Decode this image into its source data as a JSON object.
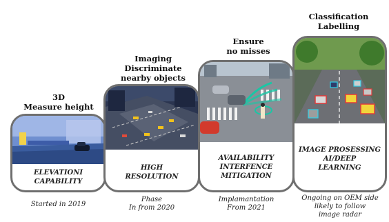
{
  "stages": [
    {
      "title_lines": [
        "3D",
        "Measure height"
      ],
      "caption_lines": [
        "ELEVATIONI",
        "CAPABILITY"
      ],
      "footer_lines": [
        "Started in 2019"
      ]
    },
    {
      "title_lines": [
        "Imaging",
        "Discriminate",
        "nearby objects"
      ],
      "caption_lines": [
        "HIGH",
        "RESOLUTION"
      ],
      "footer_lines": [
        "Phase",
        "In from 2020"
      ]
    },
    {
      "title_lines": [
        "Ensure",
        "no misses"
      ],
      "caption_lines": [
        "AVAILABILITY",
        "INTERFENCE",
        "MITIGATION"
      ],
      "footer_lines": [
        "Implamantation",
        "From 2021"
      ]
    },
    {
      "title_lines": [
        "Classification",
        "Labelling"
      ],
      "caption_lines": [
        "IMAGE PROSESSING",
        "AI/DEEP",
        "LEARNING"
      ],
      "footer_lines": [
        "Ongoing on OEM side",
        "likely to follow",
        "image radar"
      ]
    }
  ]
}
